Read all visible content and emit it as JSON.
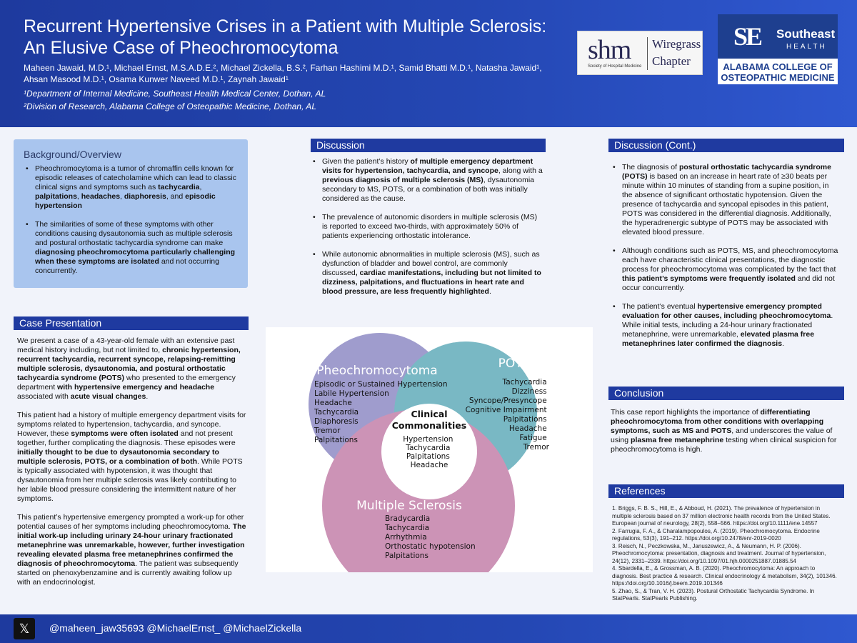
{
  "header": {
    "title": "Recurrent Hypertensive Crises in a Patient with Multiple Sclerosis: An Elusive Case of Pheochromocytoma",
    "authors": "Maheen Jawaid, M.D.¹, Michael Ernst, M.S.A.D.E.², Michael Zickella, B.S.², Farhan Hashimi M.D.¹, Samid Bhatti M.D.¹, Natasha Jawaid¹, Ahsan Masood M.D.¹, Osama Kunwer Naveed M.D.¹, Zaynah Jawaid¹",
    "affiliation1": "¹Department of Internal Medicine, Southeast Health Medical Center, Dothan, AL",
    "affiliation2": "²Division of Research, Alabama College of Osteopathic Medicine, Dothan, AL"
  },
  "logos": {
    "shm_mark": "shm",
    "shm_tagline": "Society of Hospital Medicine",
    "shm_chapter": "Wiregrass Chapter",
    "se_mark": "SE",
    "se_word": "Southeast",
    "se_sub": "HEALTH",
    "acom": "ALABAMA COLLEGE OF OSTEOPATHIC MEDICINE"
  },
  "background": {
    "heading": "Background/Overview",
    "b1_pre": "Pheochromocytoma is a tumor of chromaffin cells known for episodic releases of catecholamine which can lead to classic clinical signs and symptoms such as ",
    "b1_t1": "tachycardia",
    "b1_t2": "palpitations",
    "b1_t3": "headaches",
    "b1_t4": "diaphoresis",
    "b1_and": ", and ",
    "b1_t5": "episodic hypertension",
    "b2_pre": "The similarities of some of these symptoms with other conditions causing dysautonomia such as multiple sclerosis and postural orthostatic tachycardia syndrome can make ",
    "b2_bold": "diagnosing pheochromocytoma particularly challenging when these symptoms are isolated",
    "b2_post": " and not occurring concurrently."
  },
  "case": {
    "heading": "Case Presentation",
    "p1_a": "We present a case of a 43-year-old female with an extensive past medical history including, but not limited to, ",
    "p1_b": "chronic hypertension, recurrent tachycardia, recurrent syncope, relapsing-remitting multiple sclerosis, dysautonomia, and postural orthostatic tachycardia syndrome (POTS)",
    "p1_c": " who presented to the emergency department ",
    "p1_d": "with hypertensive emergency and headache",
    "p1_e": " associated with ",
    "p1_f": "acute visual changes",
    "p1_g": ".",
    "p2_a": "This patient had a history of multiple emergency department visits for symptoms related to hypertension, tachycardia, and syncope. However, these ",
    "p2_b": "symptoms were often isolated",
    "p2_c": " and not present together, further complicating the diagnosis. These episodes were ",
    "p2_d": "initially thought to be due to dysautonomia secondary to multiple sclerosis, POTS, or a combination of both",
    "p2_e": ". While POTS is typically associated with hypotension, it was thought that dysautonomia from her multiple sclerosis was likely contributing to her labile blood pressure considering the intermittent nature of her symptoms.",
    "p3_a": "This patient’s hypertensive emergency prompted a work-up for other potential causes of her symptoms including pheochromocytoma. ",
    "p3_b": "The initial work-up including urinary 24-hour urinary fractionated metanephrine was unremarkable, however, further investigation revealing elevated plasma free metanephrines confirmed the diagnosis of pheochromocytoma",
    "p3_c": ". The patient was subsequently started on phenoxybenzamine and is currently awaiting follow up with an endocrinologist."
  },
  "discussion": {
    "heading": "Discussion",
    "b1_a": "Given the patient’s history ",
    "b1_b": "of multiple emergency department visits for hypertension, tachycardia, and syncope",
    "b1_c": ", along with a ",
    "b1_d": "previous diagnosis of multiple sclerosis (MS)",
    "b1_e": ", dysautonomia secondary to MS, POTS, or a combination of both was initially considered as the cause.",
    "b2": "The prevalence of autonomic disorders in multiple sclerosis (MS) is reported to exceed two-thirds, with approximately 50% of patients experiencing orthostatic intolerance.",
    "b3_a": "While autonomic abnormalities in multiple sclerosis (MS), such as dysfunction of bladder and bowel control, are commonly discussed",
    "b3_b": ", cardiac manifestations, including but not limited to dizziness, palpitations, and fluctuations in heart rate and blood pressure, are less frequently highlighted",
    "b3_c": "."
  },
  "discussion_cont": {
    "heading": "Discussion (Cont.)",
    "b1_a": "The diagnosis of ",
    "b1_b": "postural orthostatic tachycardia syndrome (POTS)",
    "b1_c": " is based on an increase in heart rate of ≥30 beats per minute within 10 minutes of standing from a supine position, in the absence of significant orthostatic hypotension. Given the presence of tachycardia and syncopal episodes in this patient, POTS was considered in the differential diagnosis. Additionally, the hyperadrenergic subtype of POTS may be associated with elevated blood pressure.",
    "b2_a": "Although conditions such as POTS, MS, and pheochromocytoma each have characteristic clinical presentations, the diagnostic process for pheochromocytoma was complicated by the fact that ",
    "b2_b": "this patient’s symptoms were frequently isolated",
    "b2_c": " and did not occur concurrently.",
    "b3_a": "The patient’s eventual ",
    "b3_b": "hypertensive emergency prompted evaluation for other causes, including pheochromocytoma",
    "b3_c": ". While initial tests, including a 24-hour urinary fractionated metanephrine, were unremarkable, ",
    "b3_d": "elevated plasma free metanephrines later confirmed the diagnosis",
    "b3_e": "."
  },
  "conclusion": {
    "heading": "Conclusion",
    "a": "This case report highlights the importance of ",
    "b": "differentiating pheochromocytoma from other conditions with overlapping symptoms, such as MS and POTS",
    "c": ", and underscores the value of using ",
    "d": "plasma free metanephrine",
    "e": " testing when clinical suspicion for pheochromocytoma is high."
  },
  "references": {
    "heading": "References",
    "items": [
      "1. Briggs, F. B. S., Hill, E., & Abboud, H. (2021). The prevalence of hypertension in multiple sclerosis based on 37 million electronic health records from the United States. European journal of neurology, 28(2), 558–566. https://doi.org/10.1111/ene.14557",
      "2. Farrugia, F. A., & Charalampopoulos, A. (2019). Pheochromocytoma. Endocrine regulations, 53(3), 191–212. https://doi.org/10.2478/enr-2019-0020",
      "3. Reisch, N., Peczkowska, M., Januszewicz, A., & Neumann, H. P. (2006). Pheochromocytoma: presentation, diagnosis and treatment. Journal of hypertension, 24(12), 2331–2339. https://doi.org/10.1097/01.hjh.0000251887.01885.54",
      "4. Sbardella, E., & Grossman, A. B. (2020). Pheochromocytoma: An approach to diagnosis. Best practice & research. Clinical endocrinology & metabolism, 34(2), 101346. https://doi.org/10.1016/j.beem.2019.101346",
      "5. Zhao, S., & Tran, V. H. (2023). Postural Orthostatic Tachycardia Syndrome. In StatPearls. StatPearls Publishing."
    ]
  },
  "venn": {
    "pheo_title": "Pheochromocytoma",
    "pheo_items": [
      "Episodic or Sustained Hypertension",
      "Labile Hypertension",
      "Headache",
      "Tachycardia",
      "Diaphoresis",
      "Tremor",
      "Palpitations"
    ],
    "pots_title": "POTS",
    "pots_items": [
      "Tachycardia",
      "Dizziness",
      "Syncope/Presyncope",
      "Cognitive Impairment",
      "Palpitations",
      "Headache",
      "Fatigue",
      "Tremor"
    ],
    "ms_title": "Multiple Sclerosis",
    "ms_items": [
      "Bradycardia",
      "Tachycardia",
      "Arrhythmia",
      "Orthostatic hypotension",
      "Palpitations"
    ],
    "center_title_1": "Clinical",
    "center_title_2": "Commonalities",
    "center_items": [
      "Hypertension",
      "Tachycardia",
      "Palpitations",
      "Headache"
    ],
    "colors": {
      "pheo": "#9f9ccd",
      "pots": "#79b8c4",
      "ms": "#cc93b6",
      "center": "#ffffff"
    }
  },
  "footer": {
    "x_icon": "𝕏",
    "handles": "@maheen_jaw35693 @MichaelErnst_ @MichaelZickella"
  },
  "colors": {
    "header": "#1e3a9e",
    "section_bar": "#1f3aa0",
    "background_box": "#a9c5ee"
  }
}
